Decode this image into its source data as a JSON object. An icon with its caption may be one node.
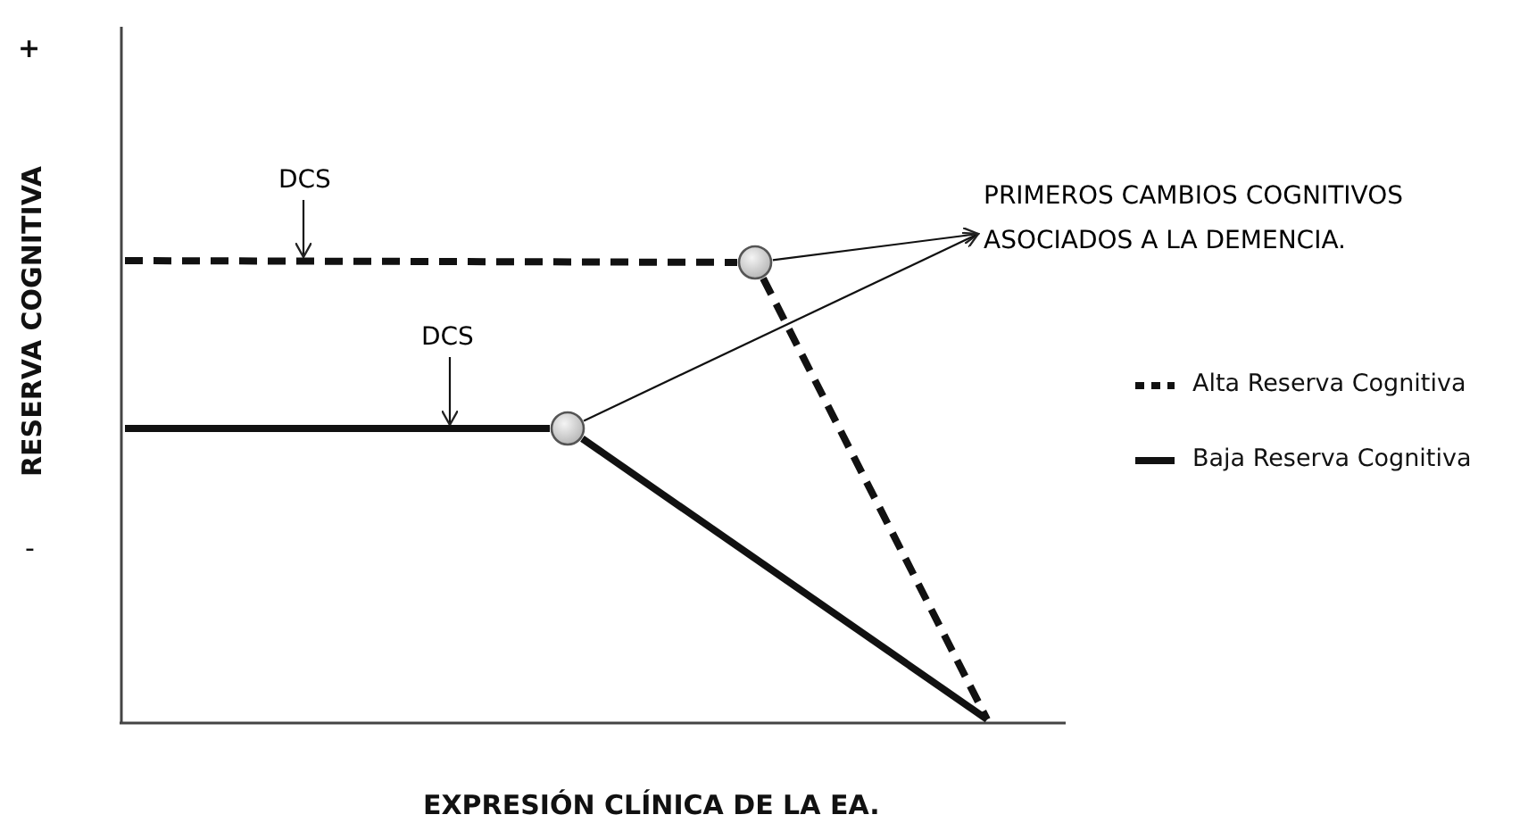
{
  "diagram": {
    "nodes": [
      {
        "text": [
          "DCS"
        ]
      },
      {
        "text": [
          "DCS"
        ]
      },
      {
        "text": [],
        "shape": "circle"
      },
      {
        "text": [],
        "shape": "circle"
      },
      {
        "text": [
          "PRIMEROS CAMBIOS COGNITIVOS ASOCIADOS A LA DEMENCIA."
        ]
      }
    ],
    "edges": [
      {
        "from": 0,
        "to": null,
        "arrow": "to"
      },
      {
        "from": 1,
        "to": null,
        "arrow": "to"
      },
      {
        "from": null,
        "to": 2,
        "arrow": "none",
        "style": "dashed"
      },
      {
        "from": 2,
        "to": null,
        "arrow": "none",
        "style": "dashed"
      },
      {
        "from": null,
        "to": 3,
        "arrow": "none",
        "style": "thick"
      },
      {
        "from": 3,
        "to": null,
        "arrow": "none",
        "style": "thick"
      },
      {
        "from": 2,
        "to": 4,
        "arrow": "to"
      },
      {
        "from": 3,
        "to": 4,
        "arrow": "to"
      }
    ],
    "labels": [
      "+",
      "RESERVA COGNITIVA",
      "-",
      "EXPRESIÓN CLÍNICA DE LA EA."
    ],
    "legend": [
      {
        "text": "Alta Reserva Cognitiva"
      },
      {
        "text": "Baja Reserva Cognitiva"
      }
    ]
  }
}
